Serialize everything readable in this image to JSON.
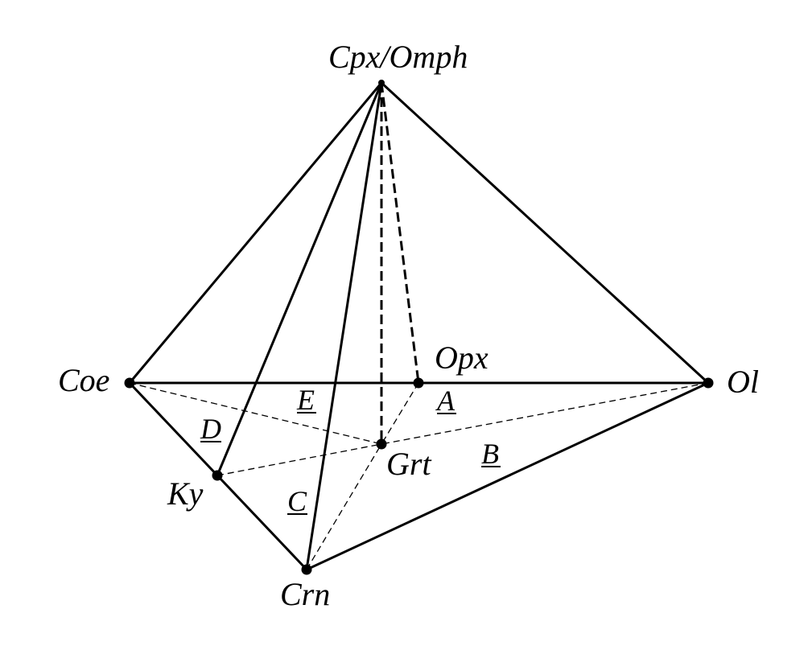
{
  "vertices": {
    "apex": "Cpx/Omph",
    "coe": "Coe",
    "opx": "Opx",
    "ol": "Ol",
    "grt": "Grt",
    "ky": "Ky",
    "crn": "Crn"
  },
  "regions": {
    "a": "A",
    "b": "B",
    "c": "C",
    "d": "D",
    "e": "E"
  }
}
